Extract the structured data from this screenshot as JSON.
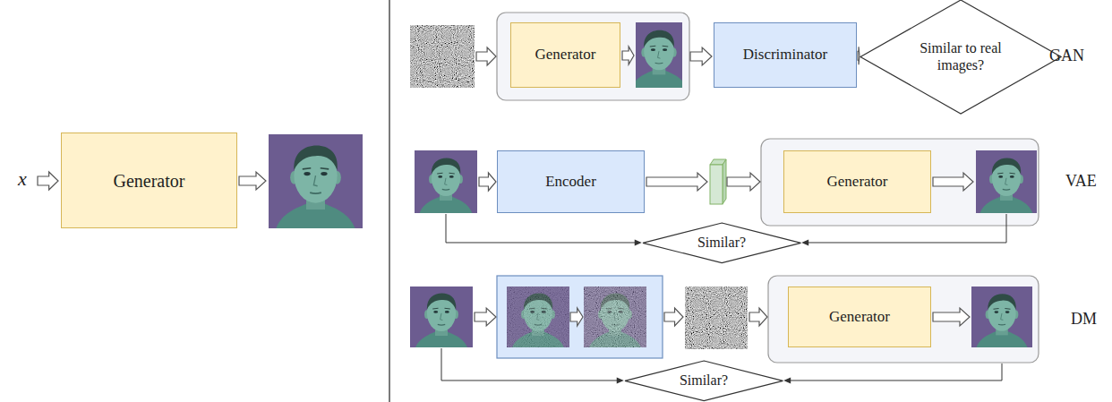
{
  "diagram": {
    "nodes": [
      {
        "text": [
          "Generator"
        ]
      },
      {
        "text": [
          "Generator"
        ]
      },
      {
        "text": [
          "Discriminator"
        ]
      },
      {
        "text": [
          "Similar to real images?"
        ]
      },
      {
        "text": [
          "Encoder"
        ]
      },
      {
        "text": [
          "Generator"
        ]
      },
      {
        "text": [
          "Similar?"
        ]
      },
      {
        "text": [
          "Generator"
        ]
      },
      {
        "text": [
          "Similar?"
        ]
      }
    ],
    "edges": [
      {
        "from": 2,
        "to": 3,
        "arrow": "to"
      }
    ],
    "labels": [
      "x",
      "GAN",
      "VAE",
      "DM"
    ]
  }
}
